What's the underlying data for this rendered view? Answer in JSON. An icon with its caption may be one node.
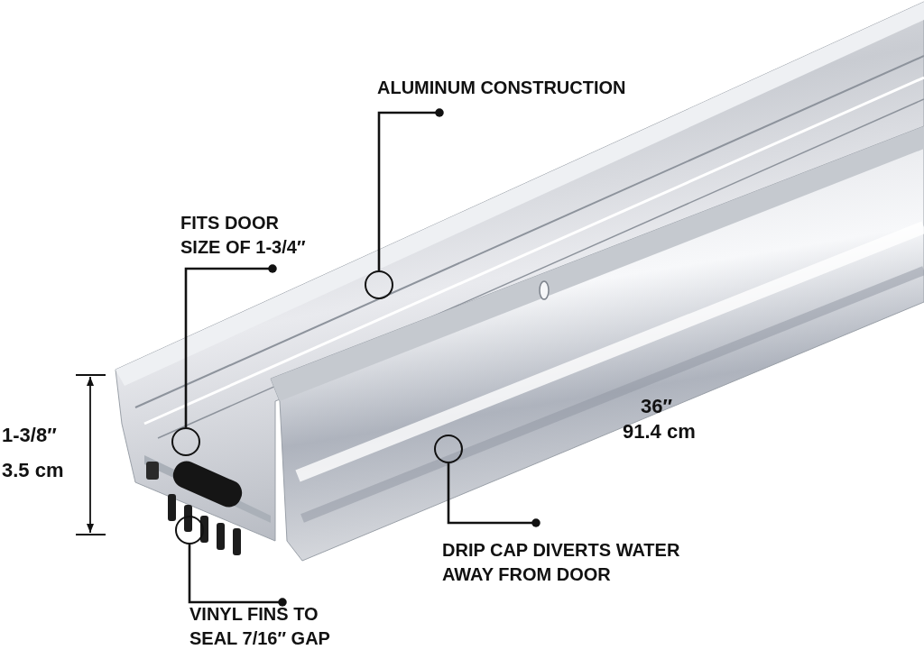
{
  "diagram": {
    "nodes": [
      {
        "text": [
          "ALUMINUM CONSTRUCTION"
        ]
      },
      {
        "text": [],
        "shape": "circle"
      },
      {
        "text": [
          "FITS DOOR SIZE OF 1-3/4″"
        ]
      },
      {
        "text": [],
        "shape": "circle"
      },
      {
        "text": [],
        "shape": "circle"
      },
      {
        "text": [
          "DRIP CAP DIVERTS WATER AWAY FROM DOOR"
        ]
      },
      {
        "text": [],
        "shape": "circle"
      },
      {
        "text": [
          "VINYL FINS TO SEAL 7/16″ GAP"
        ]
      }
    ],
    "edges": [
      {
        "from": 0,
        "to": 1,
        "arrow": "other"
      },
      {
        "from": 2,
        "to": 3,
        "arrow": "other"
      },
      {
        "from": 5,
        "to": 4,
        "arrow": "other"
      },
      {
        "from": 7,
        "to": 6,
        "arrow": "other"
      }
    ],
    "labels": [
      "1-3/8″",
      "3.5 cm",
      "36″",
      "91.4 cm"
    ]
  }
}
